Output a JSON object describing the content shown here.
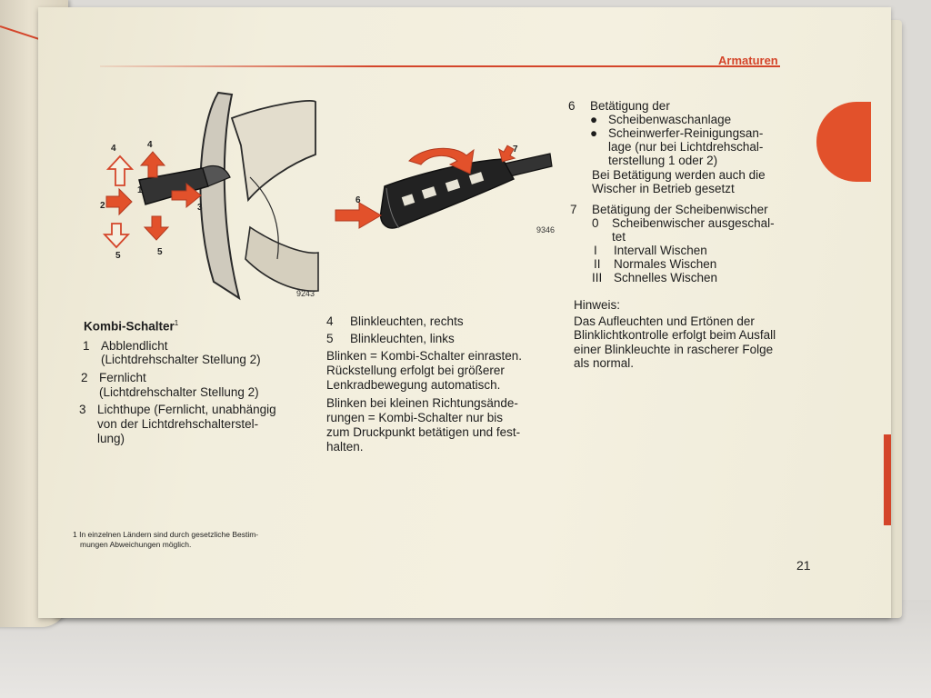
{
  "section_title": "Armaturen",
  "figure_numbers": {
    "fig1": "9243",
    "fig2": "9346"
  },
  "figure_labels": {
    "fig1": [
      "4",
      "4",
      "1",
      "2",
      "3",
      "5",
      "5"
    ],
    "fig2": [
      "6",
      "7"
    ]
  },
  "col1": {
    "heading": "Kombi-Schalter",
    "heading_sup": "1",
    "items": [
      {
        "num": "1",
        "lines": [
          "Abblendlicht",
          "(Lichtdrehschalter Stellung 2)"
        ]
      },
      {
        "num": "2",
        "lines": [
          "Fernlicht",
          "(Lichtdrehschalter Stellung 2)"
        ]
      },
      {
        "num": "3",
        "lines": [
          "Lichthupe (Fernlicht, unabhängig",
          "von der Lichtdrehschalterstel-",
          "lung)"
        ]
      }
    ],
    "footnote": [
      "1 In einzelnen Ländern sind durch gesetzliche Bestim-",
      "mungen Abweichungen möglich."
    ]
  },
  "col2": {
    "items": [
      {
        "num": "4",
        "text": "Blinkleuchten, rechts"
      },
      {
        "num": "5",
        "text": "Blinkleuchten, links"
      }
    ],
    "para1": [
      "Blinken = Kombi-Schalter einrasten.",
      "Rückstellung erfolgt bei größerer",
      "Lenkradbewegung automatisch."
    ],
    "para2": [
      "Blinken bei kleinen Richtungsände-",
      "rungen = Kombi-Schalter nur bis",
      "zum Druckpunkt betätigen und fest-",
      "halten."
    ]
  },
  "col3": {
    "item6": {
      "num": "6",
      "title": "Betätigung der",
      "bullets": [
        [
          "Scheibenwaschanlage"
        ],
        [
          "Scheinwerfer-Reinigungsan-",
          "lage (nur bei Lichtdrehschal-",
          "terstellung 1 oder 2)"
        ]
      ],
      "note": [
        "Bei Betätigung werden auch die",
        "Wischer in Betrieb gesetzt"
      ]
    },
    "item7": {
      "num": "7",
      "title": "Betätigung der Scheibenwischer",
      "options": [
        {
          "code": "0",
          "lines": [
            "Scheibenwischer ausgeschal-",
            "tet"
          ]
        },
        {
          "code": "I",
          "lines": [
            "Intervall Wischen"
          ]
        },
        {
          "code": "II",
          "lines": [
            "Normales Wischen"
          ]
        },
        {
          "code": "III",
          "lines": [
            "Schnelles Wischen"
          ]
        }
      ]
    },
    "hint_title": "Hinweis:",
    "hint": [
      "Das Aufleuchten und Ertönen der",
      "Blinklichtkontrolle erfolgt beim Ausfall",
      "einer Blinkleuchte in rascherer Folge",
      "als normal."
    ]
  },
  "page_number": "21",
  "colors": {
    "accent": "#d4452a",
    "tab": "#e2512b",
    "paper": "#f2eedd"
  }
}
